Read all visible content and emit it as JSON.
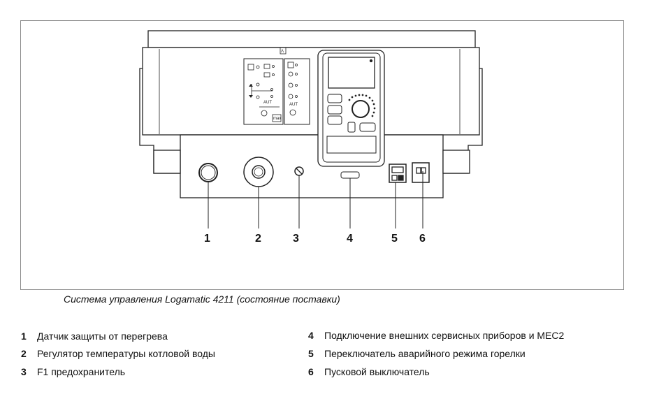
{
  "figure": {
    "panel_labels": [
      "Λ",
      "AUT",
      "max",
      "AUT"
    ],
    "callouts": [
      "1",
      "2",
      "3",
      "4",
      "5",
      "6"
    ]
  },
  "caption": "Система управления Logamatic 4211 (состояние поставки)",
  "legend": [
    {
      "num": "1",
      "text": "Датчик защиты от перегрева"
    },
    {
      "num": "2",
      "text": "Регулятор температуры котловой воды"
    },
    {
      "num": "3",
      "text": "F1 предохранитель"
    },
    {
      "num": "4",
      "text": "Подключение внешних сервисных приборов и MEC2"
    },
    {
      "num": "5",
      "text": "Переключатель аварийного режима горелки"
    },
    {
      "num": "6",
      "text": "Пусковой выключатель"
    }
  ]
}
